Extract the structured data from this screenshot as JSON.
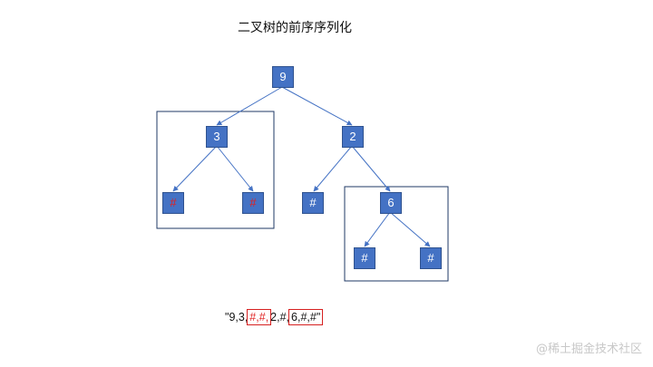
{
  "title": "二叉树的前序序列化",
  "nodes": {
    "root": "9",
    "left": "3",
    "left_left": "#",
    "left_right": "#",
    "right": "2",
    "right_left": "#",
    "right_right": "6",
    "rr_left": "#",
    "rr_right": "#"
  },
  "colors": {
    "node_fill": "#4472c4",
    "edge": "#4472c4",
    "highlight_text": "#e02020",
    "highlight_box": "#d62020"
  },
  "serialization": {
    "quote_open": "\"",
    "seg1": "9,3,",
    "seg2_h1": "#",
    "seg2_c1": ",",
    "seg2_h2": "#",
    "seg2_c2": ",",
    "seg3": "2,#,",
    "seg4": "6,#,#",
    "quote_close": "\""
  },
  "watermark": "@稀土掘金技术社区"
}
